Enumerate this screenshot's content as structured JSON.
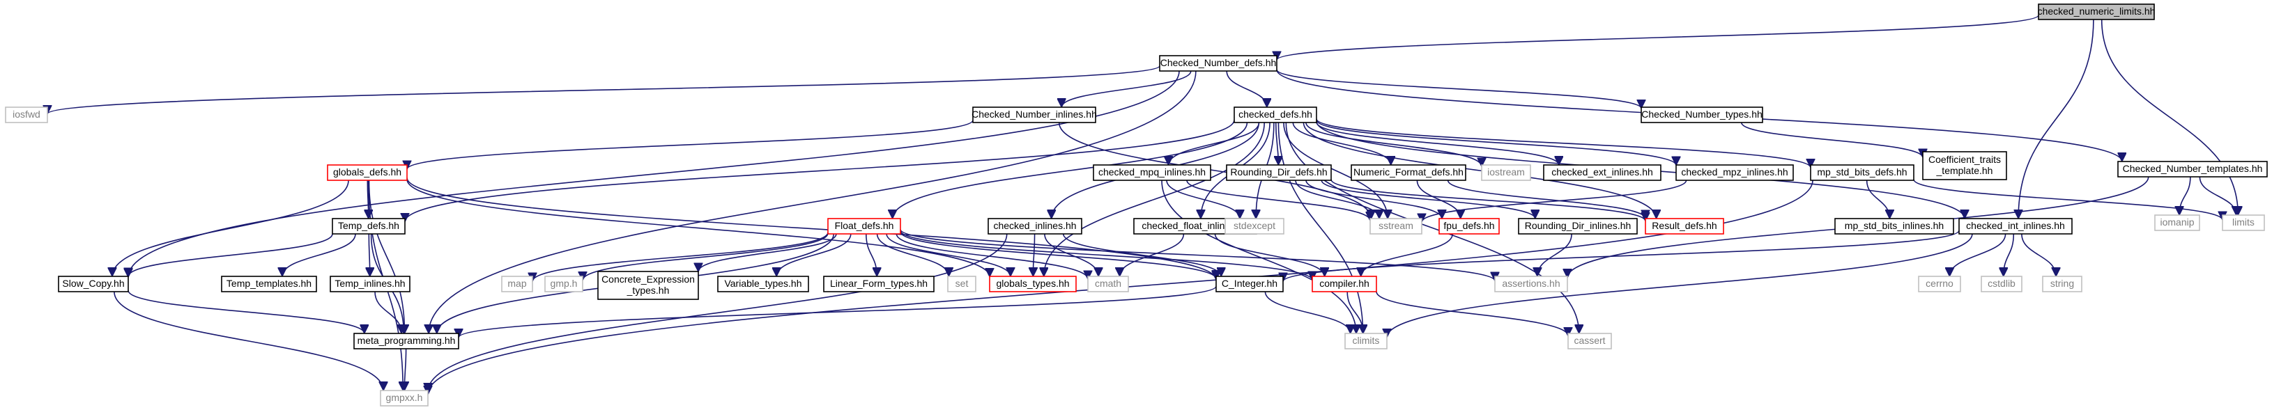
{
  "diagram": {
    "nodes": [
      {
        "id": "root",
        "label": "checked_numeric_limits.hh",
        "kind": "root",
        "icon": "document-icon"
      },
      {
        "id": "cnd",
        "label": "Checked_Number_defs.hh",
        "kind": "normal"
      },
      {
        "id": "iosfwd",
        "label": "iosfwd",
        "kind": "missing"
      },
      {
        "id": "cni",
        "label": "Checked_Number_inlines.hh",
        "kind": "normal"
      },
      {
        "id": "cdefs",
        "label": "checked_defs.hh",
        "kind": "normal"
      },
      {
        "id": "cnty",
        "label": "Checked_Number_types.hh",
        "kind": "normal"
      },
      {
        "id": "coef",
        "label": "Coefficient_traits\n_template.hh",
        "kind": "normal"
      },
      {
        "id": "cnt",
        "label": "Checked_Number_templates.hh",
        "kind": "normal"
      },
      {
        "id": "glob",
        "label": "globals_defs.hh",
        "kind": "truncated"
      },
      {
        "id": "cmpq",
        "label": "checked_mpq_inlines.hh",
        "kind": "normal"
      },
      {
        "id": "rdd",
        "label": "Rounding_Dir_defs.hh",
        "kind": "normal"
      },
      {
        "id": "nfd",
        "label": "Numeric_Format_defs.hh",
        "kind": "normal"
      },
      {
        "id": "iostream",
        "label": "iostream",
        "kind": "missing"
      },
      {
        "id": "cext",
        "label": "checked_ext_inlines.hh",
        "kind": "normal"
      },
      {
        "id": "cmpz",
        "label": "checked_mpz_inlines.hh",
        "kind": "normal"
      },
      {
        "id": "mpsbd",
        "label": "mp_std_bits_defs.hh",
        "kind": "normal"
      },
      {
        "id": "iomanip",
        "label": "iomanip",
        "kind": "missing"
      },
      {
        "id": "limits",
        "label": "limits",
        "kind": "missing"
      },
      {
        "id": "tempd",
        "label": "Temp_defs.hh",
        "kind": "normal"
      },
      {
        "id": "floatd",
        "label": "Float_defs.hh",
        "kind": "truncated"
      },
      {
        "id": "cinl",
        "label": "checked_inlines.hh",
        "kind": "normal"
      },
      {
        "id": "cfloat",
        "label": "checked_float_inlines.hh",
        "kind": "normal"
      },
      {
        "id": "stdexcept",
        "label": "stdexcept",
        "kind": "missing"
      },
      {
        "id": "sstream",
        "label": "sstream",
        "kind": "missing"
      },
      {
        "id": "fpud",
        "label": "fpu_defs.hh",
        "kind": "truncated"
      },
      {
        "id": "rdi",
        "label": "Rounding_Dir_inlines.hh",
        "kind": "normal"
      },
      {
        "id": "resd",
        "label": "Result_defs.hh",
        "kind": "truncated"
      },
      {
        "id": "mpsbi",
        "label": "mp_std_bits_inlines.hh",
        "kind": "normal"
      },
      {
        "id": "cint",
        "label": "checked_int_inlines.hh",
        "kind": "normal"
      },
      {
        "id": "slow",
        "label": "Slow_Copy.hh",
        "kind": "normal"
      },
      {
        "id": "ttemp",
        "label": "Temp_templates.hh",
        "kind": "normal"
      },
      {
        "id": "tinl",
        "label": "Temp_inlines.hh",
        "kind": "normal"
      },
      {
        "id": "map",
        "label": "map",
        "kind": "missing"
      },
      {
        "id": "gmph",
        "label": "gmp.h",
        "kind": "missing"
      },
      {
        "id": "concr",
        "label": "Concrete_Expression\n_types.hh",
        "kind": "normal"
      },
      {
        "id": "vart",
        "label": "Variable_types.hh",
        "kind": "normal"
      },
      {
        "id": "lft",
        "label": "Linear_Form_types.hh",
        "kind": "normal"
      },
      {
        "id": "set",
        "label": "set",
        "kind": "missing"
      },
      {
        "id": "globt",
        "label": "globals_types.hh",
        "kind": "truncated"
      },
      {
        "id": "cmath",
        "label": "cmath",
        "kind": "missing"
      },
      {
        "id": "cinteger",
        "label": "C_Integer.hh",
        "kind": "normal"
      },
      {
        "id": "compiler",
        "label": "compiler.hh",
        "kind": "truncated"
      },
      {
        "id": "assert",
        "label": "assertions.hh",
        "kind": "missing"
      },
      {
        "id": "cerrno",
        "label": "cerrno",
        "kind": "missing"
      },
      {
        "id": "cstdlib",
        "label": "cstdlib",
        "kind": "missing"
      },
      {
        "id": "string",
        "label": "string",
        "kind": "missing"
      },
      {
        "id": "meta",
        "label": "meta_programming.hh",
        "kind": "normal"
      },
      {
        "id": "climits",
        "label": "climits",
        "kind": "missing"
      },
      {
        "id": "cassert",
        "label": "cassert",
        "kind": "missing"
      },
      {
        "id": "gmpxx",
        "label": "gmpxx.h",
        "kind": "missing"
      }
    ],
    "edges": [
      [
        "root",
        "cnd"
      ],
      [
        "root",
        "cint"
      ],
      [
        "root",
        "limits"
      ],
      [
        "cnd",
        "iosfwd"
      ],
      [
        "cnd",
        "cni"
      ],
      [
        "cnd",
        "cdefs"
      ],
      [
        "cnd",
        "cnty"
      ],
      [
        "cnd",
        "cnt"
      ],
      [
        "cnd",
        "slow"
      ],
      [
        "cnd",
        "meta"
      ],
      [
        "cni",
        "glob"
      ],
      [
        "cni",
        "sstream"
      ],
      [
        "cnty",
        "coef"
      ],
      [
        "cnt",
        "iomanip"
      ],
      [
        "cnt",
        "limits"
      ],
      [
        "cnt",
        "assert"
      ],
      [
        "cdefs",
        "tempd"
      ],
      [
        "cdefs",
        "floatd"
      ],
      [
        "cdefs",
        "cinl"
      ],
      [
        "cdefs",
        "cmpq"
      ],
      [
        "cdefs",
        "rdd"
      ],
      [
        "cdefs",
        "nfd"
      ],
      [
        "cdefs",
        "iostream"
      ],
      [
        "cdefs",
        "cext"
      ],
      [
        "cdefs",
        "cmpz"
      ],
      [
        "cdefs",
        "mpsbd"
      ],
      [
        "cdefs",
        "cint"
      ],
      [
        "cdefs",
        "cfloat"
      ],
      [
        "cdefs",
        "stdexcept"
      ],
      [
        "cdefs",
        "sstream"
      ],
      [
        "cdefs",
        "resd"
      ],
      [
        "cdefs",
        "globt"
      ],
      [
        "cdefs",
        "cassert"
      ],
      [
        "cdefs",
        "climits"
      ],
      [
        "glob",
        "tempd"
      ],
      [
        "glob",
        "slow"
      ],
      [
        "glob",
        "meta"
      ],
      [
        "glob",
        "globt"
      ],
      [
        "glob",
        "cinteger"
      ],
      [
        "glob",
        "gmpxx"
      ],
      [
        "cmpq",
        "stdexcept"
      ],
      [
        "cmpq",
        "sstream"
      ],
      [
        "cmpq",
        "climits"
      ],
      [
        "rdd",
        "fpud"
      ],
      [
        "rdd",
        "rdi"
      ],
      [
        "rdd",
        "resd"
      ],
      [
        "rdd",
        "sstream"
      ],
      [
        "nfd",
        "fpud"
      ],
      [
        "nfd",
        "resd"
      ],
      [
        "cmpz",
        "sstream"
      ],
      [
        "mpsbd",
        "mpsbi"
      ],
      [
        "mpsbd",
        "limits"
      ],
      [
        "mpsbd",
        "gmpxx"
      ],
      [
        "tempd",
        "slow"
      ],
      [
        "tempd",
        "ttemp"
      ],
      [
        "tempd",
        "tinl"
      ],
      [
        "tempd",
        "meta"
      ],
      [
        "floatd",
        "map"
      ],
      [
        "floatd",
        "gmph"
      ],
      [
        "floatd",
        "concr"
      ],
      [
        "floatd",
        "vart"
      ],
      [
        "floatd",
        "lft"
      ],
      [
        "floatd",
        "set"
      ],
      [
        "floatd",
        "globt"
      ],
      [
        "floatd",
        "cmath"
      ],
      [
        "floatd",
        "cinteger"
      ],
      [
        "floatd",
        "compiler"
      ],
      [
        "floatd",
        "assert"
      ],
      [
        "floatd",
        "meta"
      ],
      [
        "cinl",
        "globt"
      ],
      [
        "cinl",
        "cinteger"
      ],
      [
        "cinl",
        "cmath"
      ],
      [
        "cinl",
        "gmpxx"
      ],
      [
        "cfloat",
        "cmath"
      ],
      [
        "cfloat",
        "compiler"
      ],
      [
        "fpud",
        "compiler"
      ],
      [
        "rdi",
        "assert"
      ],
      [
        "cint",
        "cerrno"
      ],
      [
        "cint",
        "cstdlib"
      ],
      [
        "cint",
        "string"
      ],
      [
        "cint",
        "cinteger"
      ],
      [
        "cint",
        "climits"
      ],
      [
        "slow",
        "meta"
      ],
      [
        "slow",
        "gmpxx"
      ],
      [
        "tinl",
        "meta"
      ],
      [
        "cinteger",
        "meta"
      ],
      [
        "cinteger",
        "climits"
      ],
      [
        "compiler",
        "cassert"
      ],
      [
        "compiler",
        "climits"
      ],
      [
        "meta",
        "gmpxx"
      ]
    ]
  }
}
